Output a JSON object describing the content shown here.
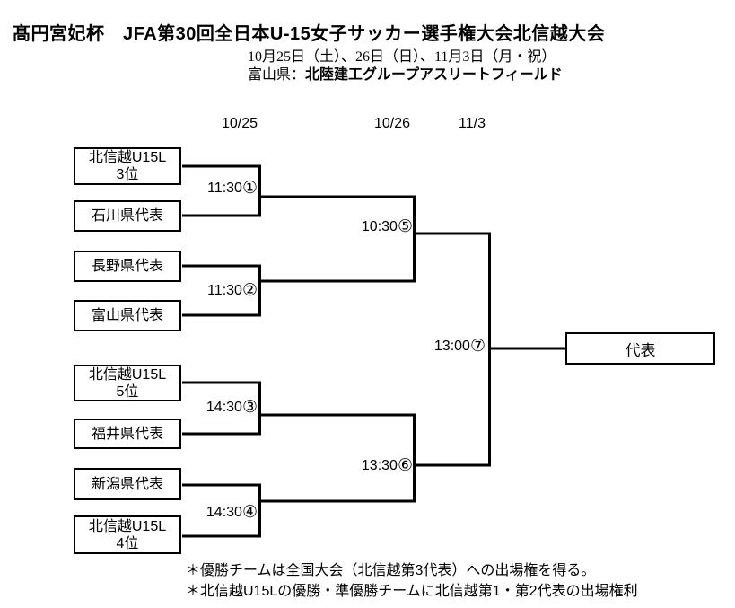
{
  "header": {
    "title": "髙円宮妃杯　JFA第30回全日本U-15女子サッカー選手権大会北信越大会",
    "dates": "10月25日（土）、26日（日）、11月3日（月・祝）",
    "venue_prefix": "富山県：",
    "venue_name": "北陸建工グループアスリートフィールド"
  },
  "bracket": {
    "round_dates": [
      "10/25",
      "10/26",
      "11/3"
    ],
    "teams": [
      {
        "label": "北信越U15L\n3位"
      },
      {
        "label": "石川県代表"
      },
      {
        "label": "長野県代表"
      },
      {
        "label": "富山県代表"
      },
      {
        "label": "北信越U15L\n5位"
      },
      {
        "label": "福井県代表"
      },
      {
        "label": "新潟県代表"
      },
      {
        "label": "北信越U15L\n4位"
      }
    ],
    "matches": [
      {
        "time": "11:30",
        "no": "①"
      },
      {
        "time": "11:30",
        "no": "②"
      },
      {
        "time": "14:30",
        "no": "③"
      },
      {
        "time": "14:30",
        "no": "④"
      },
      {
        "time": "10:30",
        "no": "⑤"
      },
      {
        "time": "13:30",
        "no": "⑥"
      },
      {
        "time": "13:00",
        "no": "⑦"
      }
    ],
    "winner_label": "代表"
  },
  "notes": [
    "＊優勝チームは全国大会（北信越第3代表）への出場権を得る。",
    "＊北信越U15Lの優勝・準優勝チームに北信越第1・第2代表の出場権利"
  ],
  "colors": {
    "line": "#000000",
    "background": "#ffffff"
  }
}
